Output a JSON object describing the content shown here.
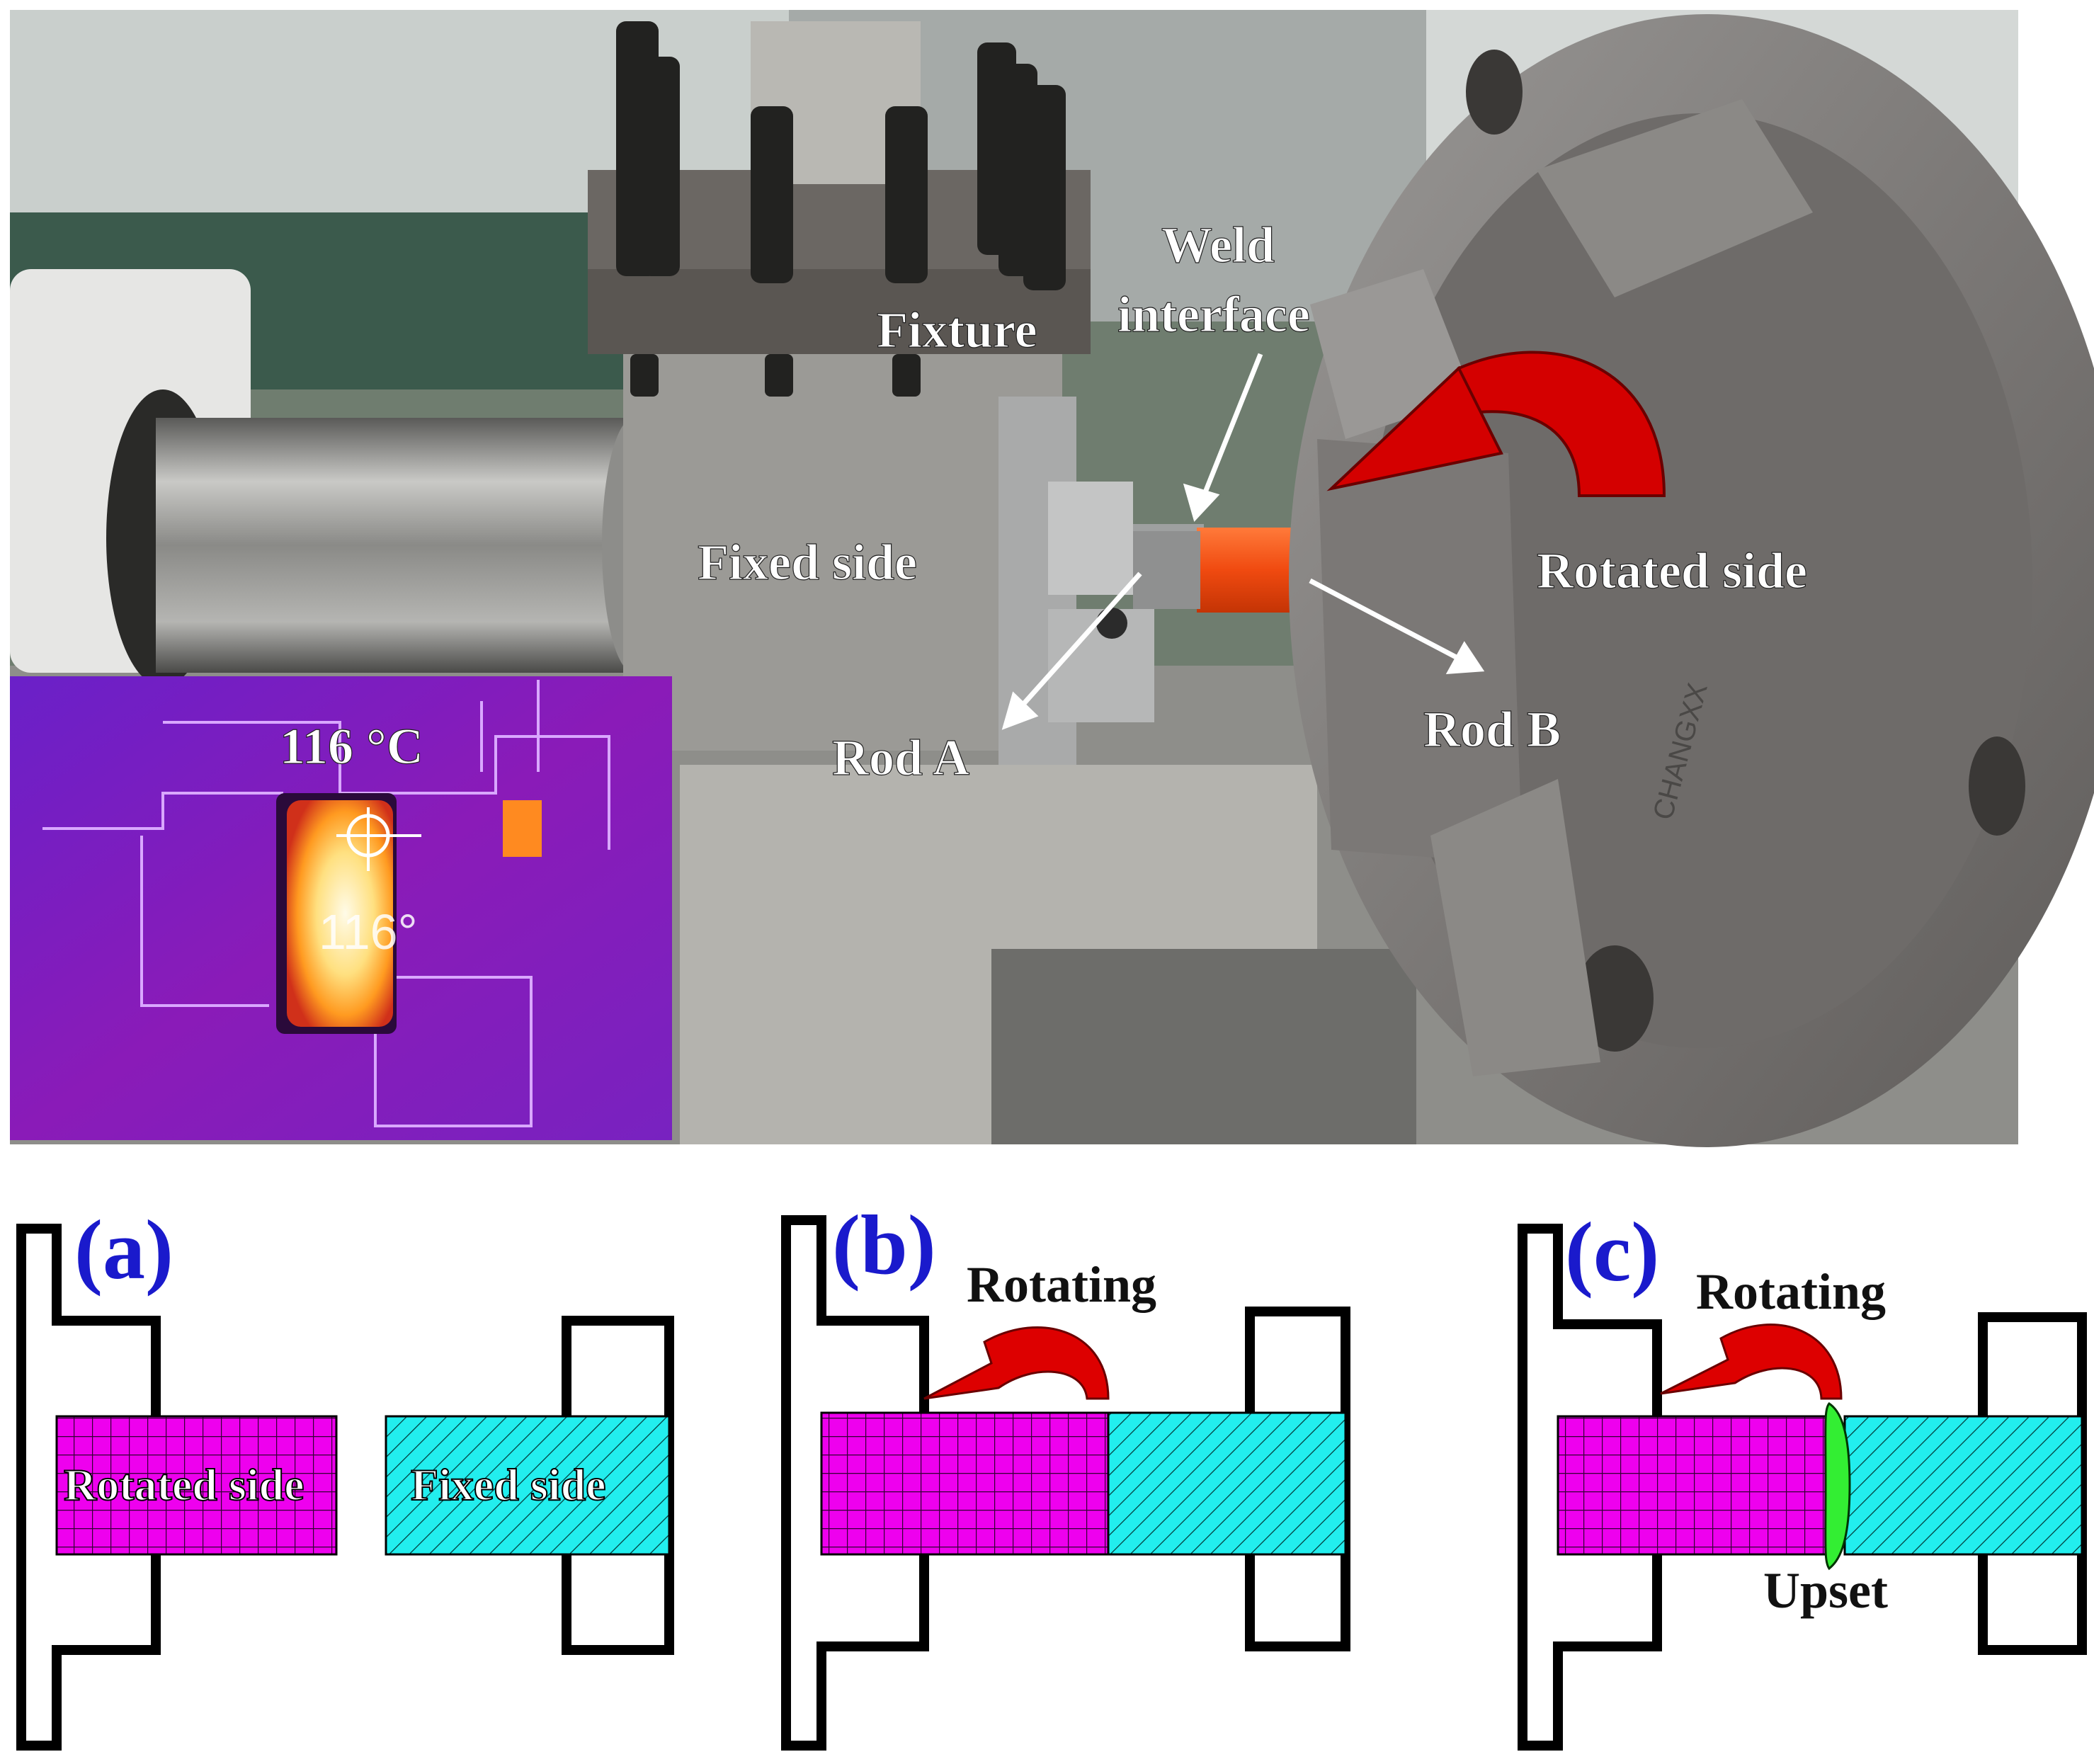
{
  "photo": {
    "labels": {
      "fixture": "Fixture",
      "weld_interface_line1": "Weld",
      "weld_interface_line2": "interface",
      "fixed_side": "Fixed side",
      "rotated_side": "Rotated side",
      "rod_a": "Rod A",
      "rod_b": "Rod B"
    },
    "thermal_inset": {
      "temperature_label": "116  °C",
      "overlay_reading": "116°"
    },
    "chuck_engraving": "CHANGXX"
  },
  "panels": [
    {
      "tag": "(a)",
      "left_label": "Rotated side",
      "right_label": "Fixed side"
    },
    {
      "tag": "(b)",
      "arrow_label": "Rotating"
    },
    {
      "tag": "(c)",
      "arrow_label": "Rotating",
      "upset_label": "Upset"
    }
  ],
  "colors": {
    "rotated_fill": "#ee00ee",
    "fixed_fill": "#22eeee",
    "upset_fill": "#33ee33",
    "tag_color": "#1a1acc",
    "arrow_red": "#dd0000",
    "frame_black": "#000000"
  }
}
